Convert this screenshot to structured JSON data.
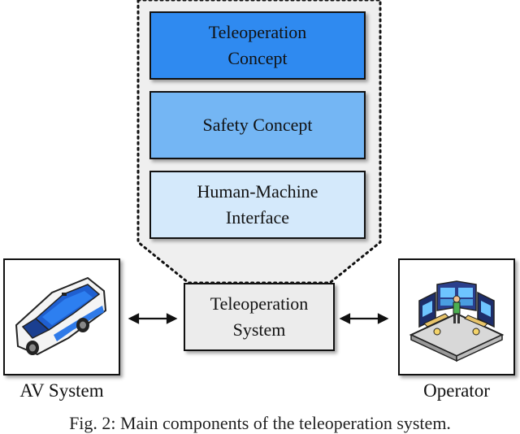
{
  "modules": {
    "teleoperation_concept": {
      "line1": "Teleoperation",
      "line2": "Concept",
      "color": "#2f8af0"
    },
    "safety_concept": {
      "line1": "Safety Concept",
      "color": "#74b6f4"
    },
    "hmi": {
      "line1": "Human-Machine",
      "line2": "Interface",
      "color": "#d4e9fb"
    }
  },
  "teleoperation_system": {
    "line1": "Teleoperation",
    "line2": "System"
  },
  "av_system": {
    "label": "AV System"
  },
  "operator": {
    "label": "Operator"
  },
  "caption": "Fig. 2: Main components of the teleoperation system."
}
